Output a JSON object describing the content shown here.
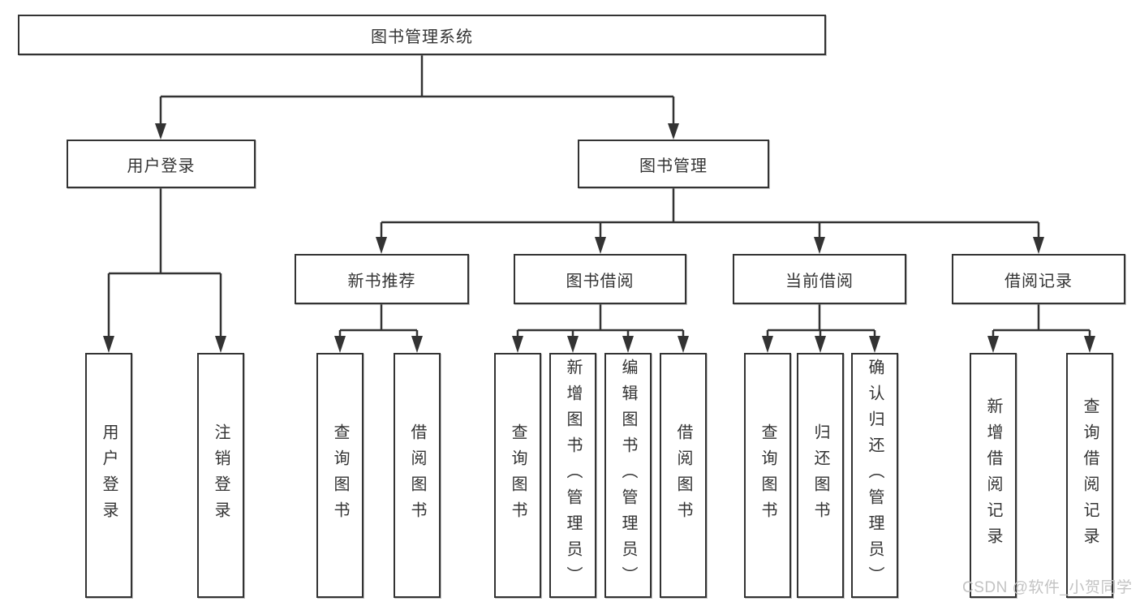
{
  "diagram": {
    "root": {
      "label": "图书管理系统"
    },
    "level2": [
      {
        "label": "用户登录",
        "children": [
          {
            "label": "用户登录"
          },
          {
            "label": "注销登录"
          }
        ]
      },
      {
        "label": "图书管理"
      }
    ],
    "modules": [
      {
        "label": "新书推荐",
        "children": [
          {
            "label": "查询图书"
          },
          {
            "label": "借阅图书"
          }
        ]
      },
      {
        "label": "图书借阅",
        "children": [
          {
            "label": "查询图书"
          },
          {
            "label": "新增图书（管理员）"
          },
          {
            "label": "编辑图书（管理员）"
          },
          {
            "label": "借阅图书"
          }
        ]
      },
      {
        "label": "当前借阅",
        "children": [
          {
            "label": "查询图书"
          },
          {
            "label": "归还图书"
          },
          {
            "label": "确认归还（管理员）"
          }
        ]
      },
      {
        "label": "借阅记录",
        "children": [
          {
            "label": "新增借阅记录"
          },
          {
            "label": "查询借阅记录"
          }
        ]
      }
    ]
  },
  "watermark": {
    "label": "CSDN @软件_小贺同学"
  },
  "colors": {
    "line": "#333333",
    "box_border": "#333333",
    "text": "#333333",
    "background": "#ffffff",
    "watermark": "#c3c3c3"
  }
}
